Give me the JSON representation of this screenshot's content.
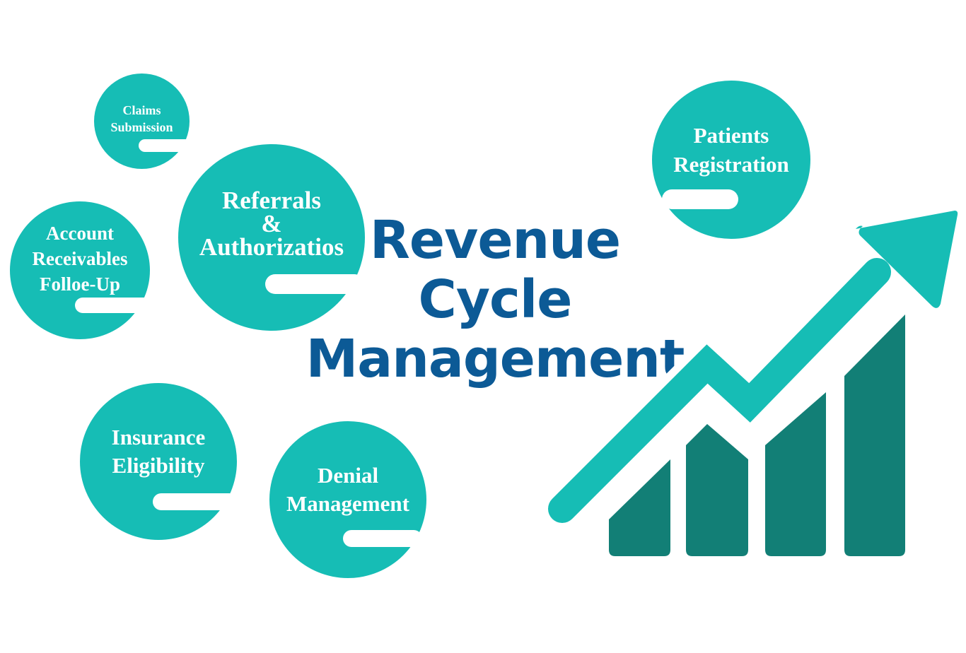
{
  "title": {
    "line1": "Revenue",
    "line2": "Cycle",
    "line3": "Management"
  },
  "steps": {
    "claims": [
      "Claims",
      "Submission"
    ],
    "referrals": [
      "Referrals",
      "&",
      "Authorizatios"
    ],
    "account": [
      "Account",
      "Receivables",
      "Folloe-Up"
    ],
    "insurance": [
      "Insurance",
      "Eligibility"
    ],
    "denial": [
      "Denial",
      "Management"
    ],
    "patients": [
      "Patients",
      "Registration"
    ]
  },
  "colors": {
    "bubble": "#16bdb5",
    "title": "#0c5a96",
    "bar": "#127f76",
    "arrow": "#16bdb5"
  },
  "icons": {
    "growth": "growth-chart-icon"
  }
}
